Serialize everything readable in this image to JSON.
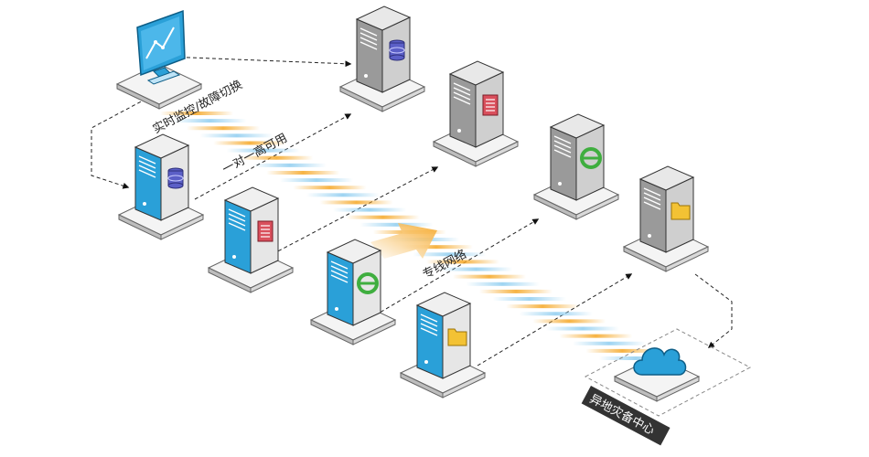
{
  "labels": {
    "monitor": "实时监控/故障切换",
    "one_to_one": "一对一高可用",
    "dedicated_network": "专线网络",
    "remote_backup": "异地灾备中心"
  },
  "nodes": [
    {
      "id": "monitor-station",
      "icon": "monitor-chart-icon"
    },
    {
      "id": "primary-database-server",
      "icon": "database-icon",
      "accent": "#2aa0d8"
    },
    {
      "id": "primary-document-server",
      "icon": "document-icon",
      "accent": "#2aa0d8"
    },
    {
      "id": "primary-web-server",
      "icon": "ie-browser-icon",
      "accent": "#2aa0d8"
    },
    {
      "id": "primary-file-server",
      "icon": "folder-icon",
      "accent": "#2aa0d8"
    },
    {
      "id": "backup-database-server",
      "icon": "database-icon",
      "accent": "#8c8c8c"
    },
    {
      "id": "backup-document-server",
      "icon": "document-icon",
      "accent": "#8c8c8c"
    },
    {
      "id": "backup-web-server",
      "icon": "ie-browser-icon",
      "accent": "#8c8c8c"
    },
    {
      "id": "backup-file-server",
      "icon": "folder-icon",
      "accent": "#8c8c8c"
    },
    {
      "id": "remote-cloud",
      "icon": "cloud-icon",
      "accent": "#2aa0d8"
    }
  ],
  "colors": {
    "primary_blue": "#2aa0d8",
    "backup_gray": "#8c8c8c",
    "band_orange": "#f5a623",
    "band_blue": "#8ecdf0",
    "label_bg": "#333333"
  }
}
